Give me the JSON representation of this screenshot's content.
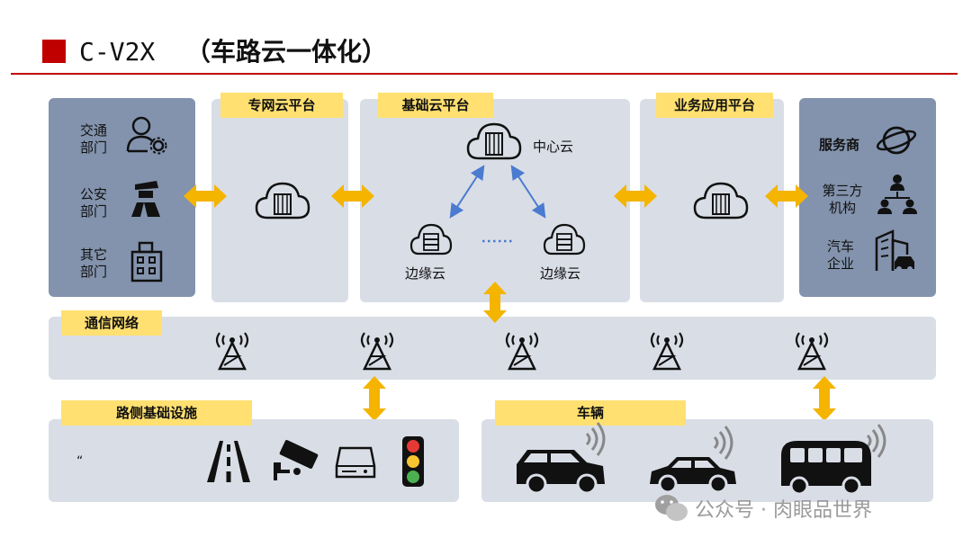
{
  "title": {
    "code": "C-V2X",
    "subtitle": "（车路云一体化）"
  },
  "left_panel": {
    "items": [
      "交通\n部门",
      "公安\n部门",
      "其它\n部门"
    ]
  },
  "platforms": {
    "private_cloud": "专网云平台",
    "base_cloud": "基础云平台",
    "business": "业务应用平台"
  },
  "base_cloud": {
    "center": "中心云",
    "edge_left": "边缘云",
    "edge_right": "边缘云",
    "dots": "……"
  },
  "right_panel": {
    "items": [
      "服务商",
      "第三方\n机构",
      "汽车\n企业"
    ]
  },
  "network": {
    "label": "通信网络"
  },
  "roadside": {
    "label": "路侧基础设施",
    "mark": "“"
  },
  "vehicles": {
    "label": "车辆"
  },
  "watermark": "公众号 · 肉眼品世界",
  "colors": {
    "accent": "#c00000",
    "tag": "#ffe070",
    "arrow": "#f4b400",
    "panel_dark": "#8393ad",
    "panel_light": "#d9dde6"
  }
}
